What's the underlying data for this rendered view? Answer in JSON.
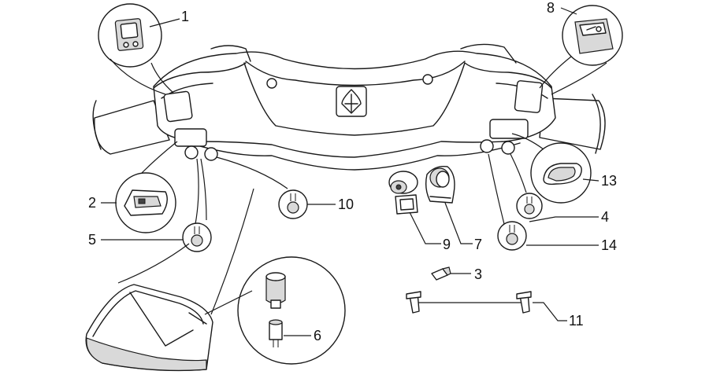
{
  "diagram": {
    "callouts": [
      {
        "id": "c1",
        "label": "1"
      },
      {
        "id": "c2",
        "label": "2"
      },
      {
        "id": "c3",
        "label": "3"
      },
      {
        "id": "c4",
        "label": "4"
      },
      {
        "id": "c5",
        "label": "5"
      },
      {
        "id": "c6",
        "label": "6"
      },
      {
        "id": "c7",
        "label": "7"
      },
      {
        "id": "c8",
        "label": "8"
      },
      {
        "id": "c9",
        "label": "9"
      },
      {
        "id": "c10",
        "label": "10"
      },
      {
        "id": "c11",
        "label": "11"
      },
      {
        "id": "c13",
        "label": "13"
      },
      {
        "id": "c14",
        "label": "14"
      }
    ],
    "colors": {
      "line": "#1a1a1a",
      "fill": "#ffffff",
      "shade": "#d9d9d9"
    }
  }
}
